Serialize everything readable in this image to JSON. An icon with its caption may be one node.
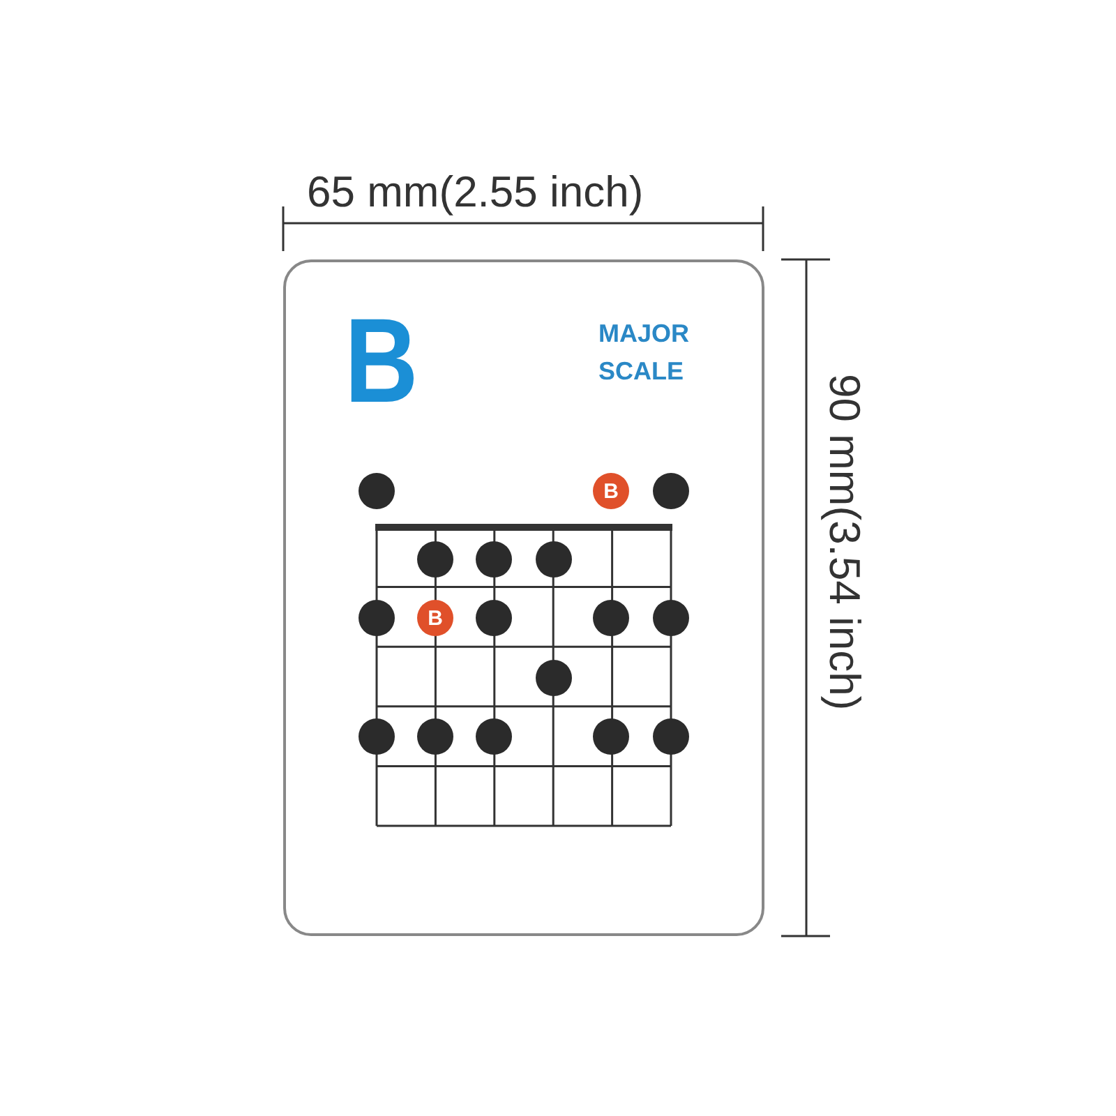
{
  "diagram": {
    "nodes": [
      {
        "text": [
          "B",
          "MAJOR SCALE"
        ]
      },
      {
        "text": [],
        "shape": "circle",
        "in": 0
      },
      {
        "text": [
          "B"
        ],
        "in": 0
      },
      {
        "text": [],
        "shape": "circle",
        "in": 0
      },
      {
        "text": [],
        "shape": "circle",
        "in": 0
      },
      {
        "text": [],
        "shape": "circle",
        "in": 0
      },
      {
        "text": [],
        "shape": "circle",
        "in": 0
      },
      {
        "text": [],
        "shape": "circle",
        "in": 0
      },
      {
        "text": [
          "B"
        ],
        "in": 0
      },
      {
        "text": [],
        "shape": "circle",
        "in": 0
      },
      {
        "text": [],
        "shape": "circle",
        "in": 0
      },
      {
        "text": [],
        "shape": "circle",
        "in": 0
      },
      {
        "text": [],
        "shape": "circle",
        "in": 0
      },
      {
        "text": [],
        "shape": "circle",
        "in": 0
      },
      {
        "text": [],
        "shape": "circle",
        "in": 0
      },
      {
        "text": [],
        "shape": "circle",
        "in": 0
      },
      {
        "text": [],
        "shape": "circle",
        "in": 0
      },
      {
        "text": [],
        "shape": "circle",
        "in": 0
      }
    ],
    "labels": [
      "65 mm(2.55 inch)",
      "90 mm(3.54 inch)"
    ]
  }
}
